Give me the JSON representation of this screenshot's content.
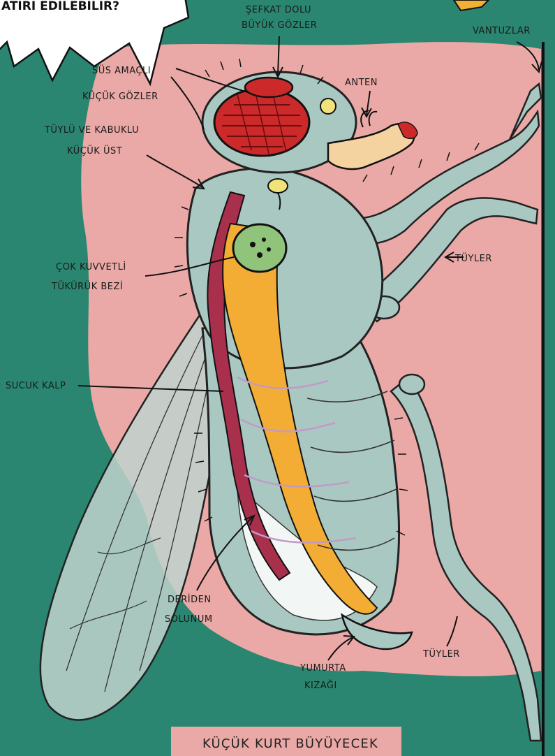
{
  "burst": {
    "text": "ATIRI EDILEBILIR?"
  },
  "labels": {
    "big_eyes_line1": "ŞEFKAT DOLU",
    "big_eyes_line2": "BÜYÜK GÖZLER",
    "suction_cups": "VANTUZLAR",
    "small_eyes_line1": "SÜS AMAÇLI",
    "small_eyes_line2": "KÜÇÜK GÖZLER",
    "antenna": "ANTEN",
    "thorax_line1": "TÜYLÜ VE KABUKLU",
    "thorax_line2": "KÜÇÜK ÜST",
    "bristles_right": "TÜYLER",
    "saliva_line1": "ÇOK KUVVETLİ",
    "saliva_line2": "TÜKÜRÜK BEZİ",
    "heart": "SUCUK KALP",
    "skin_breath_line1": "DERİDEN",
    "skin_breath_line2": "SOLUNUM",
    "ovipositor_line1": "YUMURTA",
    "ovipositor_line2": "KIZAĞI",
    "bristles_bottom": "TÜYLER"
  },
  "bottom_banner": {
    "text": "KÜÇÜK KURT BÜYÜYECEK"
  },
  "colors": {
    "background": "#2a8670",
    "pink_blob": "#eaa9a6",
    "body": "#a9c8c2",
    "eye": "#cc2a2a",
    "heart": "#a8304c",
    "gut": "#f4ad34",
    "gland": "#8fc47a",
    "wing": "#bfd2cc"
  }
}
